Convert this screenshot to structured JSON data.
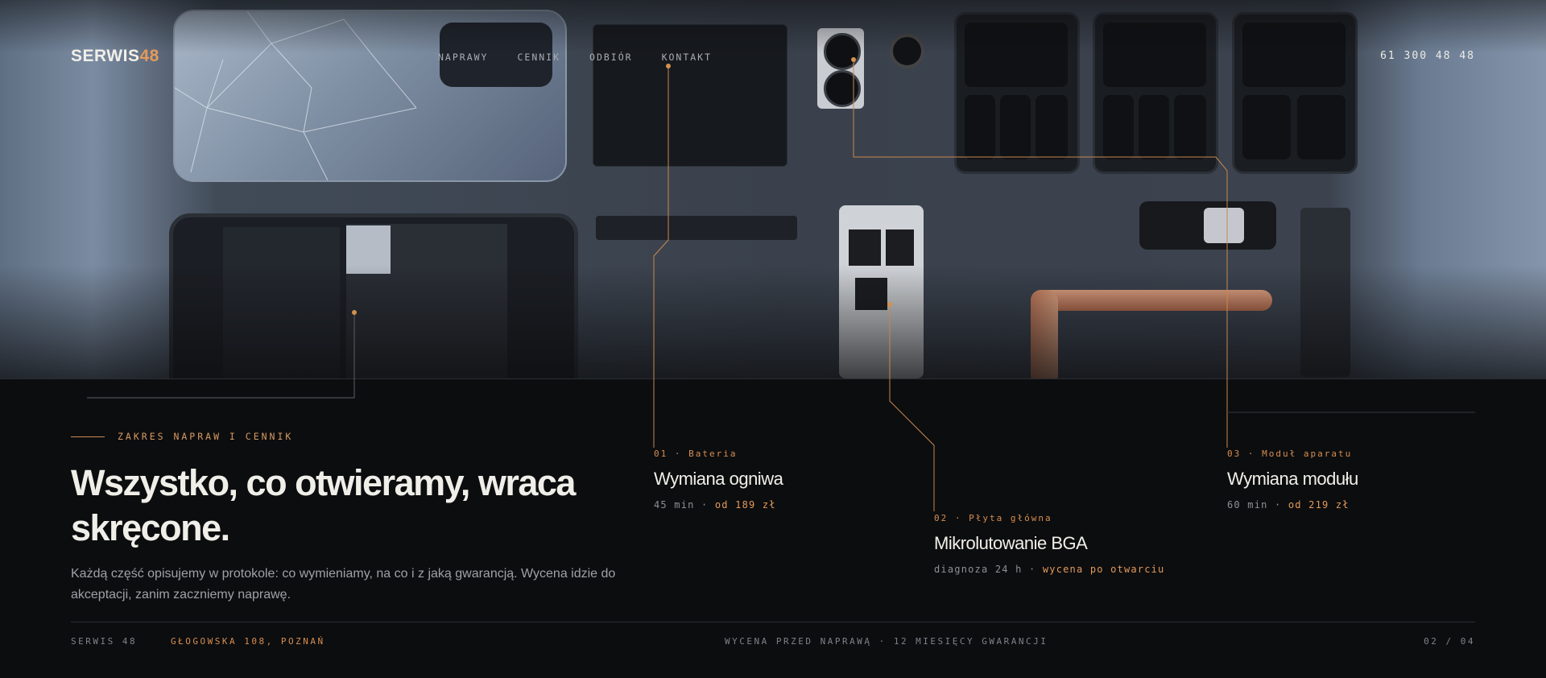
{
  "header": {
    "logo_main": "SERWIS",
    "logo_accent": "48",
    "nav": [
      "NAPRAWY",
      "CENNIK",
      "ODBIÓR",
      "KONTAKT"
    ],
    "phone": "61 300 48 48"
  },
  "hero": {
    "kicker": "ZAKRES NAPRAW I CENNIK",
    "headline": "Wszystko, co otwieramy, wraca skręcone.",
    "lead": "Każdą część opisujemy w protokole: co wymieniamy, na co i z jaką gwarancją. Wycena idzie do akceptacji, zanim zaczniemy naprawę."
  },
  "services": [
    {
      "label": "01 · Bateria",
      "title": "Wymiana ogniwa",
      "time": "45 min",
      "sep": "·",
      "price": "od 189 zł"
    },
    {
      "label": "02 · Płyta główna",
      "title": "Mikrolutowanie BGA",
      "time": "diagnoza 24 h",
      "sep": "·",
      "price": "wycena po otwarciu"
    },
    {
      "label": "03 · Moduł aparatu",
      "title": "Wymiana modułu",
      "time": "60 min",
      "sep": "·",
      "price": "od 219 zł"
    }
  ],
  "footer": {
    "brand": "SERWIS 48",
    "address": "GŁOGOWSKA 108, POZNAŃ",
    "tagline": "WYCENA PRZED NAPRAWĄ · 12 MIESIĘCY GWARANCJI",
    "page": "02 / 04"
  },
  "colors": {
    "accent": "#e39a5a",
    "background": "#0c0d0f",
    "text": "#f0eee8"
  }
}
